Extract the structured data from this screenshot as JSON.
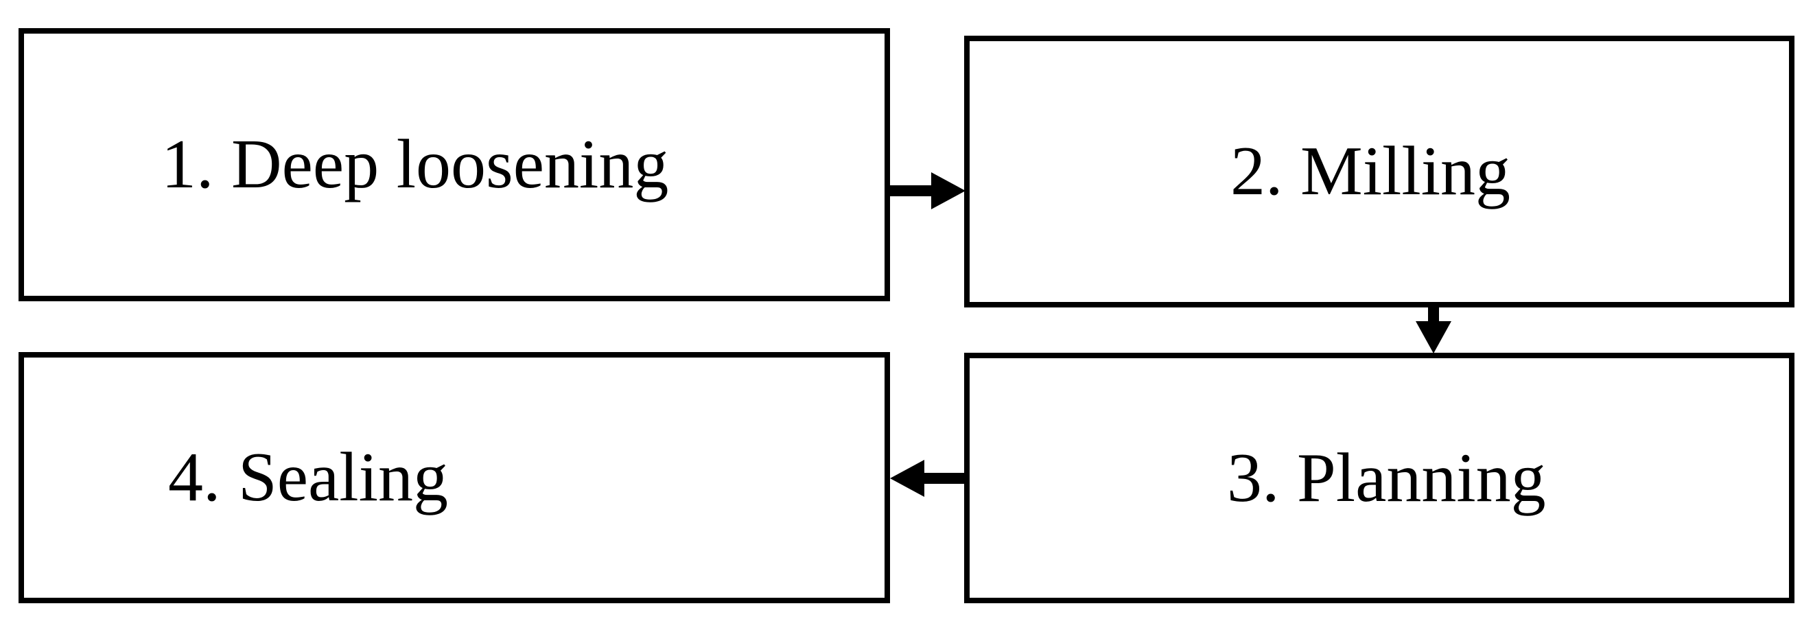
{
  "diagram": {
    "type": "flowchart",
    "background_color": "#ffffff",
    "box_border_color": "#000000",
    "text_color": "#000000",
    "steps": [
      {
        "label": "1. Deep loosening"
      },
      {
        "label": "2. Milling"
      },
      {
        "label": "3. Planning"
      },
      {
        "label": "4. Sealing"
      }
    ],
    "arrows": [
      {
        "from": "1. Deep loosening",
        "to": "2. Milling",
        "direction": "right"
      },
      {
        "from": "2. Milling",
        "to": "3. Planning",
        "direction": "down"
      },
      {
        "from": "3. Planning",
        "to": "4. Sealing",
        "direction": "left"
      }
    ]
  }
}
